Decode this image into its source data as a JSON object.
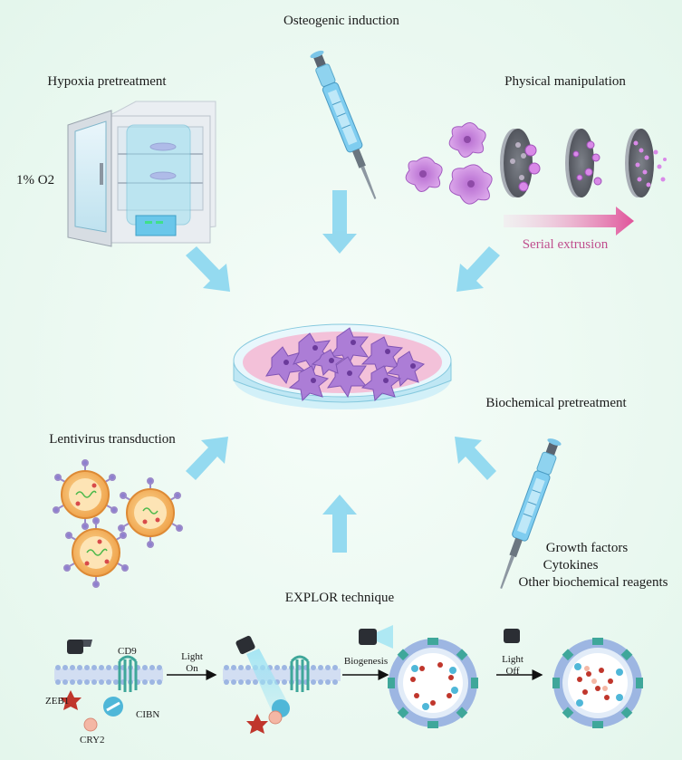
{
  "labels": {
    "osteogenic": "Osteogenic induction",
    "hypoxia": "Hypoxia pretreatment",
    "oxygen": "1% O2",
    "physical": "Physical manipulation",
    "serial": "Serial extrusion",
    "lentivirus": "Lentivirus transduction",
    "biochemical": "Biochemical pretreatment",
    "growth": "Growth factors",
    "cytokines": "Cytokines",
    "reagents": "Other biochemical reagents",
    "explor": "EXPLOR technique"
  },
  "explor": {
    "cd9": "CD9",
    "zeb1": "ZEB1",
    "cry2": "CRY2",
    "cibn": "CIBN",
    "light": "Light",
    "on": "On",
    "biogenesis": "Biogenesis",
    "off": "Off"
  },
  "colors": {
    "background": "#eefaf3",
    "arrow": "#8ad6ef",
    "cell": "#d79ce6",
    "virus": "#f2a84c",
    "membrane": "#a9c0e4"
  }
}
